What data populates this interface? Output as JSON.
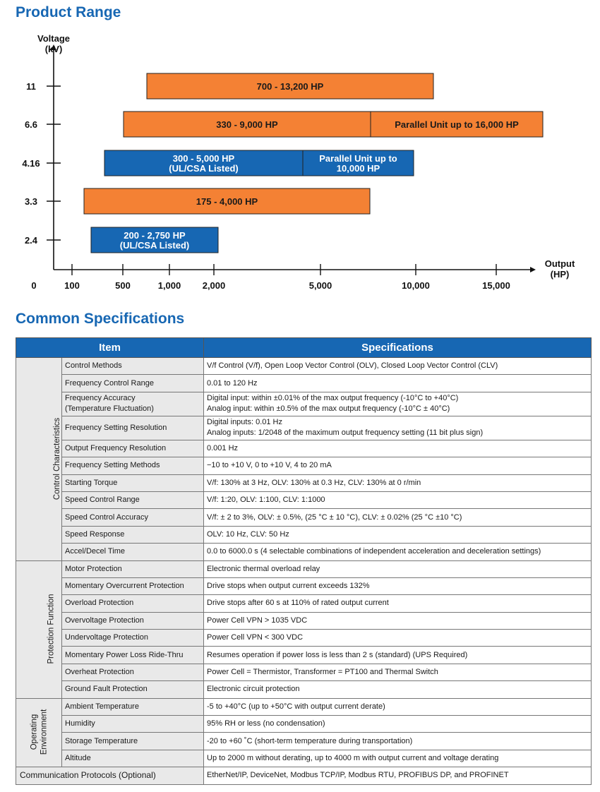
{
  "product_range": {
    "title": "Product Range"
  },
  "chart_data": {
    "type": "bar",
    "orientation": "horizontal-range",
    "xlabel": "Output (HP)",
    "xlabel_lines": [
      "Output",
      "(HP)"
    ],
    "ylabel": "Voltage (kV)",
    "ylabel_lines": [
      "Voltage",
      "(kV)"
    ],
    "x_ticks": [
      "0",
      "100",
      "500",
      "1,000",
      "2,000",
      "5,000",
      "10,000",
      "15,000"
    ],
    "y_ticks": [
      "11",
      "6.6",
      "4.16",
      "3.3",
      "2.4"
    ],
    "bars": [
      {
        "voltage": "11",
        "lines": [
          "700 - 13,200 HP"
        ],
        "color": "#f48134"
      },
      {
        "voltage": "6.6",
        "lines": [
          "330 - 9,000 HP"
        ],
        "color": "#f48134"
      },
      {
        "voltage": "6.6",
        "lines": [
          "Parallel Unit up to 16,000 HP"
        ],
        "color": "#f48134"
      },
      {
        "voltage": "4.16",
        "lines": [
          "300 - 5,000 HP",
          "(UL/CSA Listed)"
        ],
        "color": "#1767b3"
      },
      {
        "voltage": "4.16",
        "lines": [
          "Parallel Unit up to",
          "10,000 HP"
        ],
        "color": "#1767b3"
      },
      {
        "voltage": "3.3",
        "lines": [
          "175 - 4,000 HP"
        ],
        "color": "#f48134"
      },
      {
        "voltage": "2.4",
        "lines": [
          "200 - 2,750 HP",
          "(UL/CSA Listed)"
        ],
        "color": "#1767b3"
      }
    ],
    "colors": {
      "orange": "#f48134",
      "blue": "#1767b3"
    }
  },
  "common_specs": {
    "title": "Common Specifications",
    "header": {
      "item": "Item",
      "spec": "Specifications"
    },
    "groups": [
      {
        "name_lines": [
          "Control Characteristics"
        ],
        "rows": [
          {
            "item": [
              "Control Methods"
            ],
            "spec": [
              "V/f Control (V/f), Open Loop Vector Control (OLV), Closed Loop Vector Control (CLV)"
            ]
          },
          {
            "item": [
              "Frequency Control Range"
            ],
            "spec": [
              "0.01 to 120 Hz"
            ]
          },
          {
            "item": [
              "Frequency Accuracy",
              "(Temperature Fluctuation)"
            ],
            "spec": [
              "Digital input: within ±0.01% of the max output frequency (-10°C to +40°C)",
              "Analog input: within ±0.5% of the max output frequency (-10°C ± 40°C)"
            ]
          },
          {
            "item": [
              "Frequency Setting Resolution"
            ],
            "spec": [
              "Digital inputs: 0.01 Hz",
              "Analog inputs: 1/2048 of the maximum output frequency setting (11 bit plus sign)"
            ]
          },
          {
            "item": [
              "Output Frequency Resolution"
            ],
            "spec": [
              "0.001 Hz"
            ]
          },
          {
            "item": [
              "Frequency Setting Methods"
            ],
            "spec": [
              "−10 to +10 V, 0 to +10 V, 4 to 20 mA"
            ]
          },
          {
            "item": [
              "Starting Torque"
            ],
            "spec": [
              "V/f: 130% at 3 Hz, OLV: 130% at 0.3 Hz, CLV: 130% at 0 r/min"
            ]
          },
          {
            "item": [
              "Speed Control Range"
            ],
            "spec": [
              "V/f: 1:20, OLV: 1:100, CLV: 1:1000"
            ]
          },
          {
            "item": [
              "Speed Control Accuracy"
            ],
            "spec": [
              "V/f: ± 2 to 3%, OLV: ± 0.5%, (25 °C ± 10 °C), CLV: ± 0.02% (25 °C ±10 °C)"
            ]
          },
          {
            "item": [
              "Speed Response"
            ],
            "spec": [
              "OLV: 10 Hz, CLV: 50 Hz"
            ]
          },
          {
            "item": [
              "Accel/Decel Time"
            ],
            "spec": [
              "0.0 to 6000.0 s (4 selectable combinations of independent acceleration and deceleration settings)"
            ]
          }
        ]
      },
      {
        "name_lines": [
          "Protection Function"
        ],
        "rows": [
          {
            "item": [
              "Motor Protection"
            ],
            "spec": [
              "Electronic thermal overload relay"
            ]
          },
          {
            "item": [
              "Momentary Overcurrent Protection"
            ],
            "spec": [
              "Drive stops when output current exceeds 132%"
            ]
          },
          {
            "item": [
              "Overload Protection"
            ],
            "spec": [
              "Drive stops after 60 s at 110% of rated output current"
            ]
          },
          {
            "item": [
              "Overvoltage Protection"
            ],
            "spec": [
              "Power Cell VPN > 1035 VDC"
            ]
          },
          {
            "item": [
              "Undervoltage Protection"
            ],
            "spec": [
              "Power Cell VPN < 300 VDC"
            ]
          },
          {
            "item": [
              "Momentary Power Loss Ride-Thru"
            ],
            "spec": [
              "Resumes operation if power loss is less than 2 s (standard)    (UPS Required)"
            ]
          },
          {
            "item": [
              "Overheat Protection"
            ],
            "spec": [
              "Power Cell = Thermistor, Transformer = PT100 and Thermal Switch"
            ]
          },
          {
            "item": [
              "Ground Fault Protection"
            ],
            "spec": [
              "Electronic circuit protection"
            ]
          }
        ]
      },
      {
        "name_lines": [
          "Operating",
          "Environment"
        ],
        "rows": [
          {
            "item": [
              "Ambient Temperature"
            ],
            "spec": [
              "-5 to +40°C (up to +50°C with output current derate)"
            ]
          },
          {
            "item": [
              "Humidity"
            ],
            "spec": [
              "95% RH or less (no condensation)"
            ]
          },
          {
            "item": [
              "Storage Temperature"
            ],
            "spec": [
              "-20 to +60 ˚C (short-term temperature during transportation)"
            ]
          },
          {
            "item": [
              "Altitude"
            ],
            "spec": [
              "Up to 2000 m without derating, up to 4000 m with output current and voltage derating"
            ]
          }
        ]
      }
    ],
    "footer_row": {
      "item": "Communication Protocols (Optional)",
      "spec": "EtherNet/IP, DeviceNet, Modbus TCP/IP, Modbus RTU, PROFIBUS DP, and PROFINET"
    }
  }
}
